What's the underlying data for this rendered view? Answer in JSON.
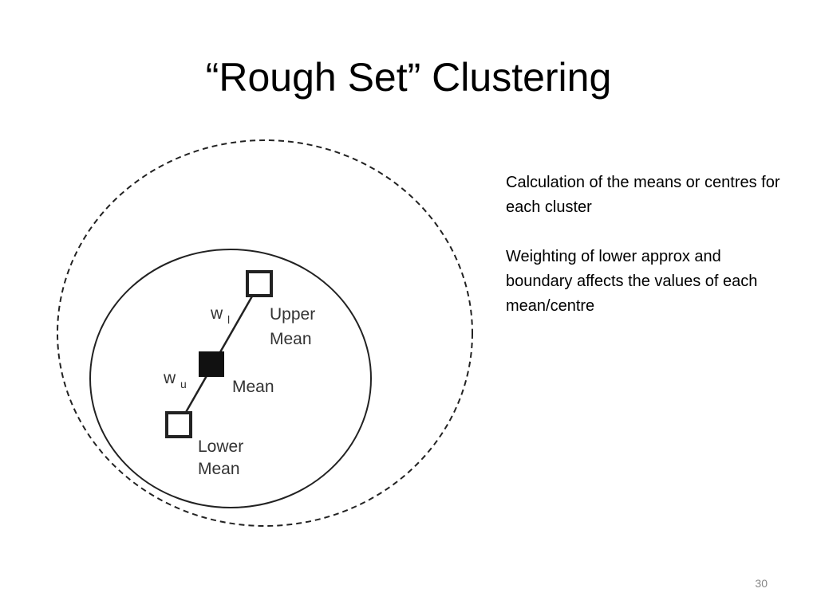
{
  "slide": {
    "title": "“Rough Set” Clustering",
    "page_number": "30"
  },
  "diagram": {
    "upper_mean": [
      "Upper",
      "Mean"
    ],
    "mean": "Mean",
    "lower_mean": [
      "Lower",
      "Mean"
    ],
    "weight_lower": {
      "base": "w",
      "sub": "l"
    },
    "weight_upper": {
      "base": "w",
      "sub": "u"
    }
  },
  "notes": [
    "Calculation of the means or centres for each cluster",
    "Weighting of lower approx and boundary affects the values of each  mean/centre"
  ]
}
